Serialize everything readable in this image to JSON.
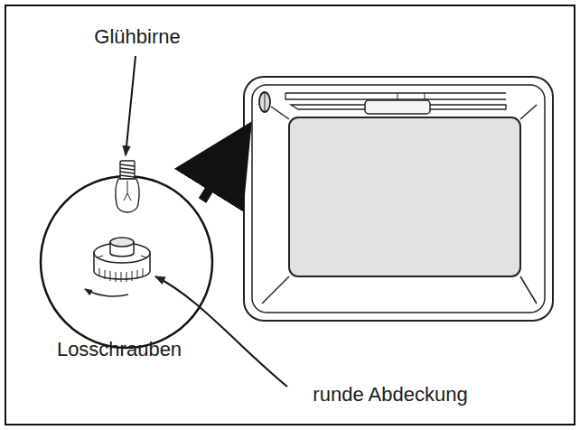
{
  "diagram": {
    "labels": [
      "Glühbirne",
      "Losschrauben",
      "runde Abdeckung"
    ]
  }
}
